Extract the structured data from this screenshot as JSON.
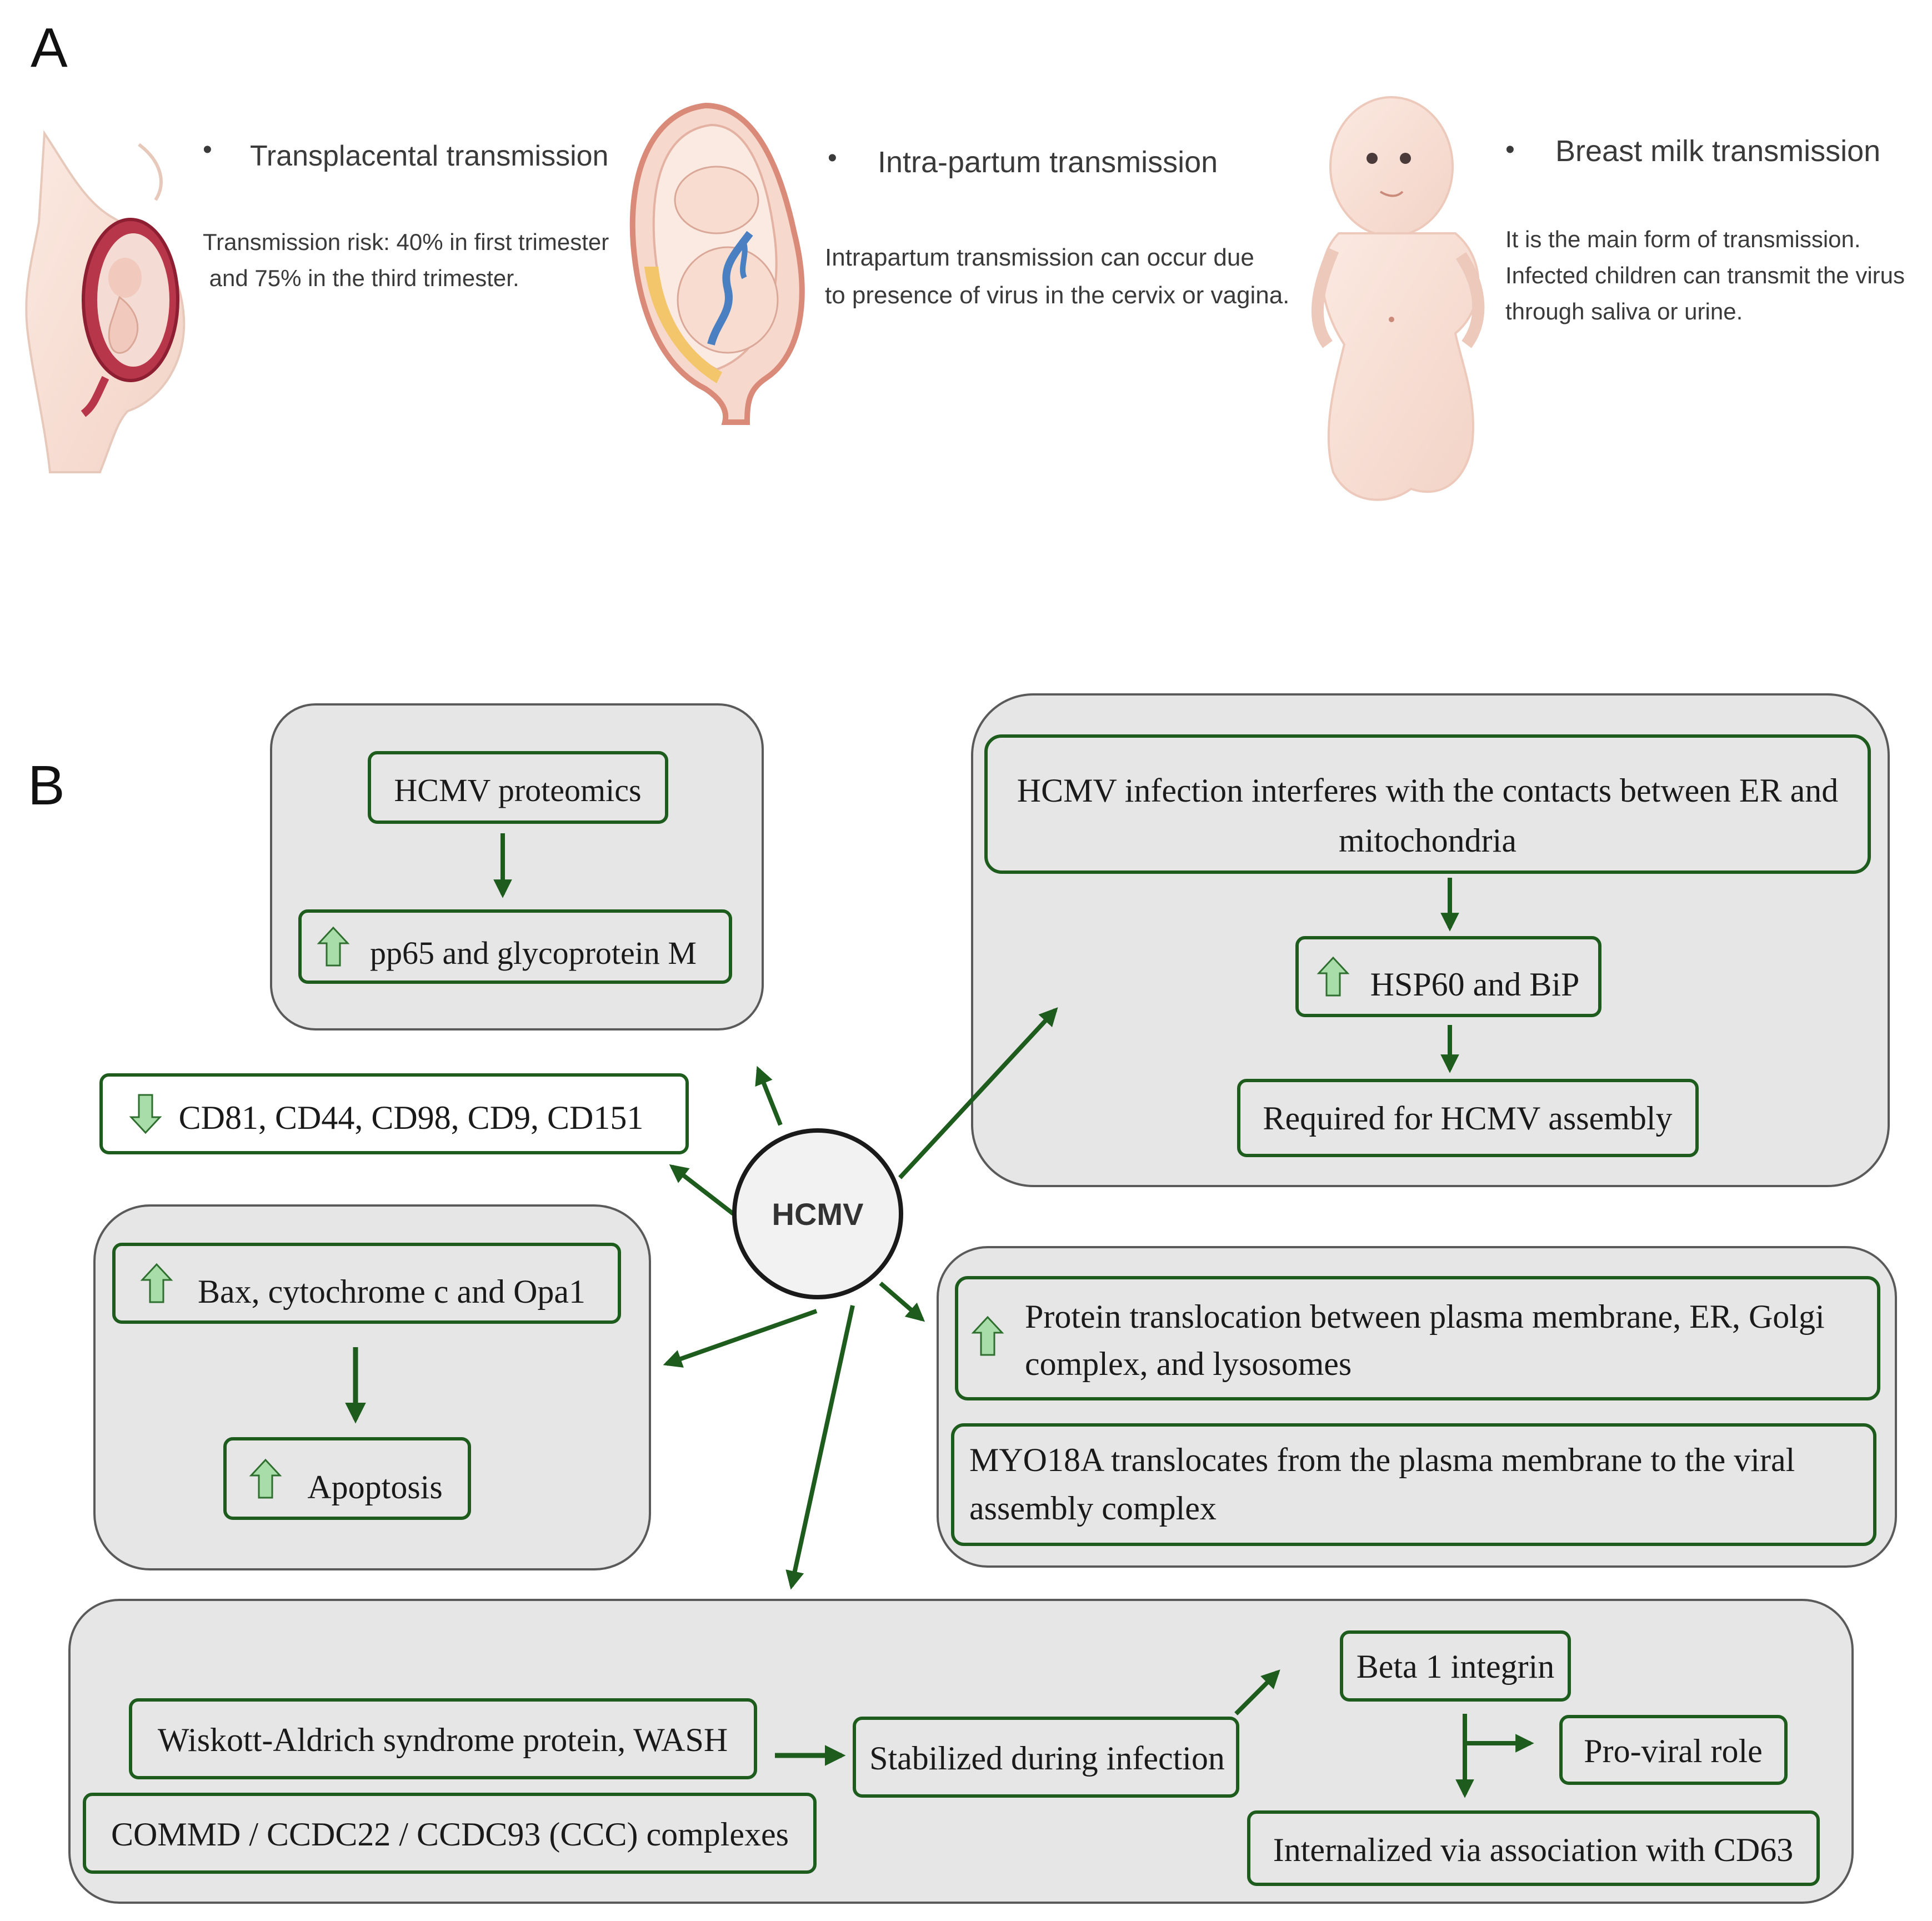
{
  "panel_a": {
    "letter": "A",
    "items": [
      {
        "bullet": "•",
        "title": "Transplacental transmission",
        "desc_line1": "Transmission risk: 40% in first trimester",
        "desc_line2": " and 75% in the third trimester.",
        "illustration": "pregnant-woman-illustration"
      },
      {
        "bullet": "•",
        "title": "Intra-partum transmission",
        "desc_line1": "Intrapartum transmission can occur due",
        "desc_line2": "to presence of virus in the cervix or vagina.",
        "illustration": "fetus-in-uterus-illustration"
      },
      {
        "bullet": "•",
        "title": "Breast milk transmission",
        "desc_line1": "It is the main form of transmission.",
        "desc_line2": "Infected children can transmit the virus",
        "desc_line3": "through saliva or urine.",
        "illustration": "infant-illustration"
      }
    ]
  },
  "panel_b": {
    "letter": "B",
    "hub": "HCMV",
    "proteomics": {
      "top": "HCMV proteomics",
      "up": "pp65 and glycoprotein M"
    },
    "er": {
      "line1": "HCMV infection interferes with the contacts between ER and",
      "line2": "mitochondria",
      "up": "HSP60 and BiP",
      "bottom": "Required for HCMV assembly"
    },
    "cd": {
      "down": "CD81, CD44, CD98, CD9, CD151"
    },
    "apoptosis": {
      "up1": "Bax, cytochrome c and Opa1",
      "up2": "Apoptosis"
    },
    "translocation": {
      "up_line1": "Protein translocation between plasma membrane, ER, Golgi",
      "up_line2": "complex, and lysosomes",
      "myo_line1": "MYO18A translocates from the plasma membrane to the viral",
      "myo_line2": "assembly complex"
    },
    "wash": {
      "wash": "Wiskott-Aldrich syndrome protein, WASH",
      "commd": "COMMD / CCDC22 / CCDC93 (CCC) complexes",
      "stabilized": "Stabilized during infection",
      "beta": "Beta 1 integrin",
      "proviral": "Pro-viral role",
      "internalized": "Internalized via association with CD63"
    },
    "colors": {
      "box_border": "#1e5c1e",
      "panel_fill": "#e6e6e6",
      "panel_border": "#5a5a5a",
      "arrow": "#1e5c1e",
      "up_arrow_fill": "#a8dca8",
      "down_arrow_fill": "#a8dca8"
    }
  }
}
